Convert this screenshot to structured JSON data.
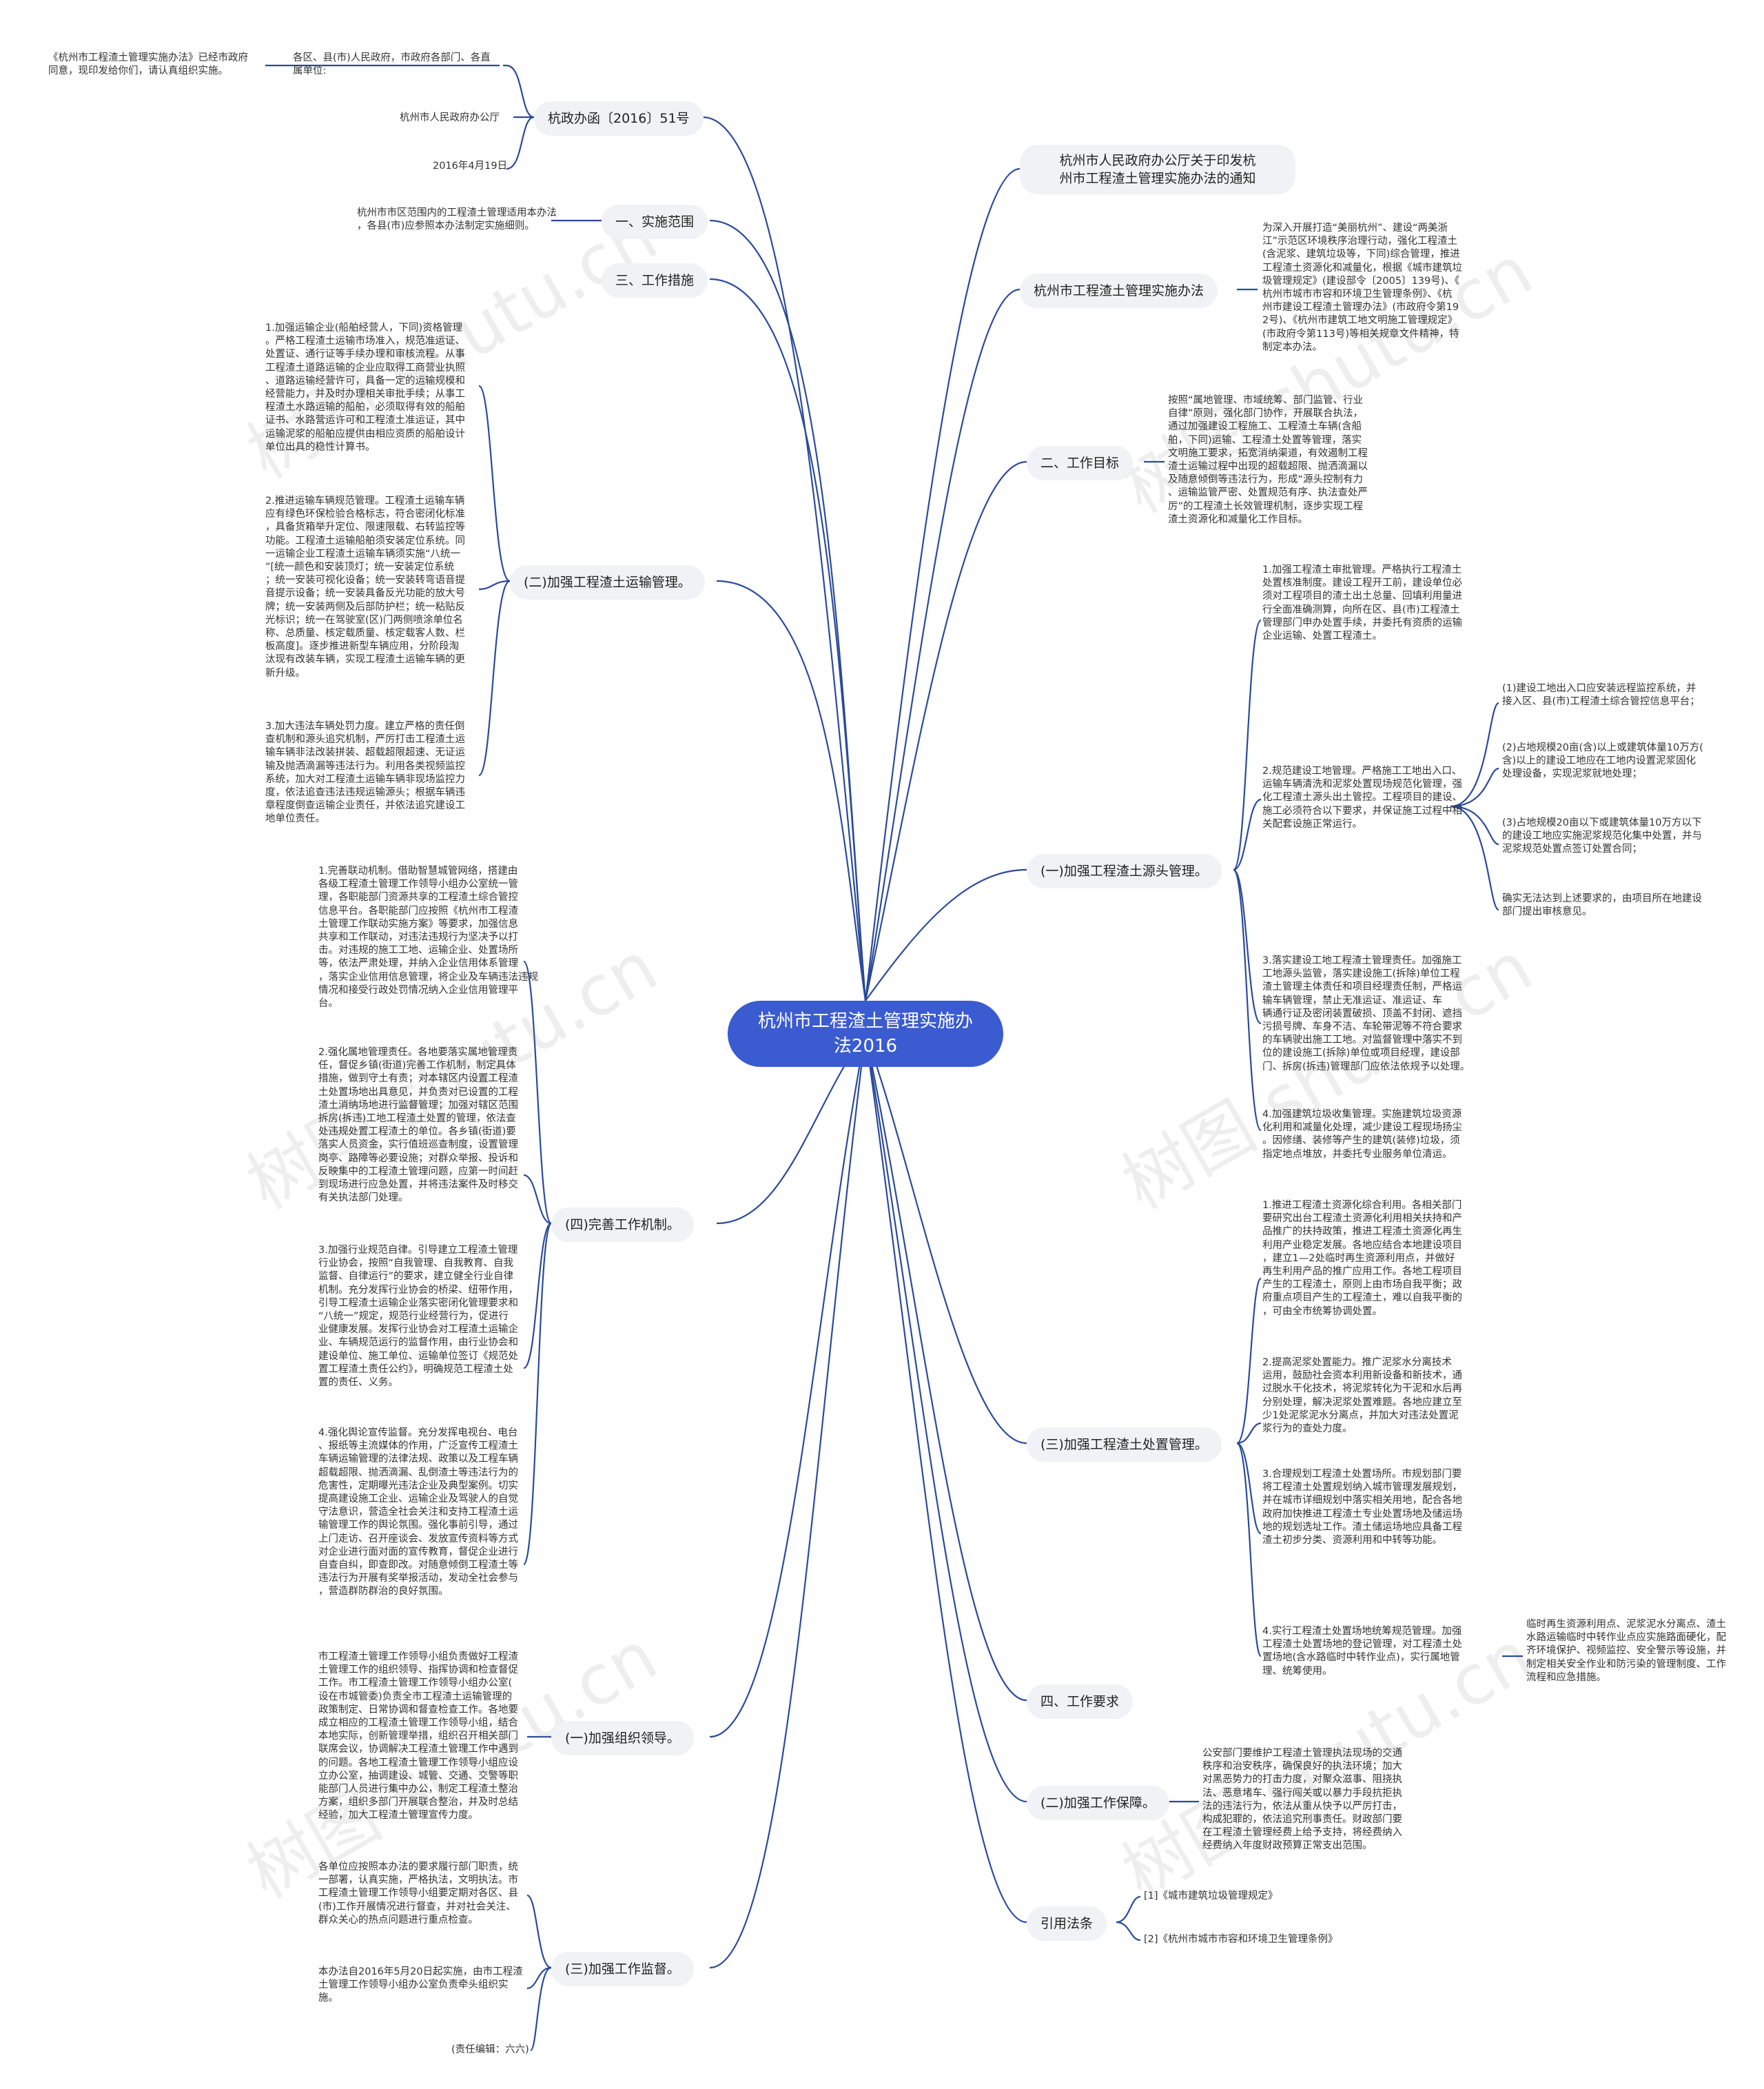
{
  "root": "杭州市工程渣土管理实施办法2016",
  "watermark": "树图 shutu.cn",
  "branches": {
    "doc_no": "杭政办函〔2016〕51号",
    "notice_title": [
      "杭州市人民政府办公厅关于印发杭",
      "州市工程渣土管理实施办法的通知"
    ],
    "method": "杭州市工程渣土管理实施办法",
    "scope": "一、实施范围",
    "measures": "三、工作措施",
    "goal": "二、工作目标",
    "transport": "(二)加强工程渣土运输管理。",
    "source": "(一)加强工程渣土源头管理。",
    "mechanism": "(四)完善工作机制。",
    "disposal": "(三)加强工程渣土处置管理。",
    "requirements": "四、工作要求",
    "organization": "(一)加强组织领导。",
    "guarantee": "(二)加强工作保障。",
    "supervision": "(三)加强工作监督。",
    "citations": "引用法条"
  },
  "texts": {
    "doc_intro": [
      "《杭州市工程渣土管理实施办法》已经市政府",
      "同意，现印发给你们，请认真组织实施。"
    ],
    "doc_addressee": [
      "各区、县(市)人民政府，市政府各部门、各直",
      "属单位:"
    ],
    "doc_issuer": [
      "杭州市人民政府办公厅"
    ],
    "doc_date": [
      "2016年4月19日"
    ],
    "scope_text": [
      "杭州市市区范围内的工程渣土管理适用本办法",
      "，各县(市)应参照本办法制定实施细则。"
    ],
    "method_text": [
      "为深入开展打造“美丽杭州”、建设“两美浙",
      "江”示范区环境秩序治理行动，强化工程渣土",
      "(含泥浆、建筑垃圾等，下同)综合管理，推进",
      "工程渣土资源化和减量化，根据《城市建筑垃",
      "圾管理规定》(建设部令〔2005〕139号)、《",
      "杭州市城市市容和环境卫生管理条例》、《杭",
      "州市建设工程渣土管理办法》(市政府令第19",
      "2号)、《杭州市建筑工地文明施工管理规定》",
      "(市政府令第113号)等相关规章文件精神，特",
      "制定本办法。"
    ],
    "goal_text": [
      "按照“属地管理、市域统筹、部门监管、行业",
      "自律”原则，强化部门协作，开展联合执法，",
      "通过加强建设工程施工、工程渣土车辆(含船",
      "舶，下同)运输、工程渣土处置等管理，落实",
      "文明施工要求，拓宽消纳渠道，有效遏制工程",
      "渣土运输过程中出现的超载超限、抛洒滴漏以",
      "及随意倾倒等违法行为，形成“源头控制有力",
      "、运输监管严密、处置规范有序、执法查处严",
      "厉”的工程渣土长效管理机制，逐步实现工程",
      "渣土资源化和减量化工作目标。"
    ],
    "t1": [
      "1.加强运输企业(船舶经营人，下同)资格管理",
      "。严格工程渣土运输市场准入，规范准运证、",
      "处置证、通行证等手续办理和审核流程。从事",
      "工程渣土道路运输的企业应取得工商营业执照",
      "、道路运输经营许可，具备一定的运输规模和",
      "经营能力，并及时办理相关审批手续；从事工",
      "程渣土水路运输的船舶，必须取得有效的船舶",
      "证书、水路营运许可和工程渣土准运证，其中",
      "运输泥浆的船舶应提供由相应资质的船舶设计",
      "单位出具的稳性计算书。"
    ],
    "t2": [
      "2.推进运输车辆规范管理。工程渣土运输车辆",
      "应有绿色环保检验合格标志，符合密闭化标准",
      "，具备货箱举升定位、限速限载、右转监控等",
      "功能。工程渣土运输船舶须安装定位系统。同",
      "一运输企业工程渣土运输车辆须实施“八统一",
      "”[统一颜色和安装顶灯；统一安装定位系统",
      "；统一安装可视化设备；统一安装转弯语音提",
      "音提示设备；统一安装具备反光功能的放大号",
      "牌；统一安装两侧及后部防护栏；统一粘贴反",
      "光标识；统一在驾驶室(区)门两侧喷涂单位名",
      "称、总质量、核定载质量、核定载客人数、栏",
      "板高度]。逐步推进新型车辆应用，分阶段淘",
      "汰现有改装车辆，实现工程渣土运输车辆的更",
      "新升级。"
    ],
    "t3": [
      "3.加大违法车辆处罚力度。建立严格的责任倒",
      "查机制和源头追究机制，严厉打击工程渣土运",
      "输车辆非法改装拼装、超载超限超速、无证运",
      "输及抛洒滴漏等违法行为。利用各类视频监控",
      "系统，加大对工程渣土运输车辆非现场监控力",
      "度，依法追查违法违规运输源头；根据车辆违",
      "章程度倒查运输企业责任，并依法追究建设工",
      "地单位责任。"
    ],
    "m1": [
      "1.完善联动机制。借助智慧城管网络，搭建由",
      "各级工程渣土管理工作领导小组办公室统一管",
      "理，各职能部门资源共享的工程渣土综合管控",
      "信息平台。各职能部门应按照《杭州市工程渣",
      "土管理工作联动实施方案》等要求，加强信息",
      "共享和工作联动，对违法违规行为坚决予以打",
      "击。对违规的施工工地、运输企业、处置场所",
      "等，依法严肃处理，并纳入企业信用体系管理",
      "，落实企业信用信息管理，将企业及车辆违法违规",
      "情况和接受行政处罚情况纳入企业信用管理平",
      "台。"
    ],
    "m2": [
      "2.强化属地管理责任。各地要落实属地管理责",
      "任，督促乡镇(街道)完善工作机制，制定具体",
      "措施，做到守土有责；对本辖区内设置工程渣",
      "土处置场地出具意见，并负责对已设置的工程",
      "渣土消纳场地进行监督管理；加强对辖区范围",
      "拆房(拆违)工地工程渣土处置的管理，依法查",
      "处违规处置工程渣土的单位。各乡镇(街道)要",
      "落实人员资金，实行值班巡查制度，设置管理",
      "岗亭、路障等必要设施；对群众举报、投诉和",
      "反映集中的工程渣土管理问题，应第一时间赶",
      "到现场进行应急处置，并将违法案件及时移交",
      "有关执法部门处理。"
    ],
    "m3": [
      "3.加强行业规范自律。引导建立工程渣土管理",
      "行业协会，按照“自我管理、自我教育、自我",
      "监督、自律运行”的要求，建立健全行业自律",
      "机制。充分发挥行业协会的桥梁、纽带作用，",
      "引导工程渣土运输企业落实密闭化管理要求和",
      "“八统一”规定，规范行业经营行为，促进行",
      "业健康发展。发挥行业协会对工程渣土运输企",
      "业、车辆规范运行的监督作用，由行业协会和",
      "建设单位、施工单位、运输单位签订《规范处",
      "置工程渣土责任公约》，明确规范工程渣土处",
      "置的责任、义务。"
    ],
    "m4": [
      "4.强化舆论宣传监督。充分发挥电视台、电台",
      "、报纸等主流媒体的作用，广泛宣传工程渣土",
      "车辆运输管理的法律法规、政策以及工程车辆",
      "超载超限、抛洒滴漏、乱倒渣土等违法行为的",
      "危害性，定期曝光违法企业及典型案例。切实",
      "提高建设施工企业、运输企业及驾驶人的自觉",
      "守法意识，营造全社会关注和支持工程渣土运",
      "输管理工作的舆论氛围。强化事前引导，通过",
      "上门走访、召开座谈会、发放宣传资料等方式",
      "对企业进行面对面的宣传教育，督促企业进行",
      "自查自纠，即查即改。对随意倾倒工程渣土等",
      "违法行为开展有奖举报活动，发动全社会参与",
      "，营造群防群治的良好氛围。"
    ],
    "s1": [
      "1.加强工程渣土审批管理。严格执行工程渣土",
      "处置核准制度。建设工程开工前，建设单位必",
      "须对工程项目的渣土出土总量、回填利用量进",
      "行全面准确测算，向所在区、县(市)工程渣土",
      "管理部门申办处置手续，并委托有资质的运输",
      "企业运输、处置工程渣土。"
    ],
    "s2": [
      "2.规范建设工地管理。严格施工工地出入口、",
      "运输车辆清洗和泥浆处置现场规范化管理，强",
      "化工程渣土源头出土管控。工程项目的建设、",
      "施工必须符合以下要求，并保证施工过程中相",
      "关配套设施正常运行。"
    ],
    "s2a": [
      "(1)建设工地出入口应安装远程监控系统，并",
      "接入区、县(市)工程渣土综合管控信息平台；"
    ],
    "s2b": [
      "(2)占地规模20亩(含)以上或建筑体量10万方(",
      "含)以上的建设工地应在工地内设置泥浆固化",
      "处理设备，实现泥浆就地处理；"
    ],
    "s2c": [
      "(3)占地规模20亩以下或建筑体量10万方以下",
      "的建设工地应实施泥浆规范化集中处置，并与",
      "泥浆规范处置点签订处置合同；"
    ],
    "s2d": [
      "确实无法达到上述要求的，由项目所在地建设",
      "部门提出审核意见。"
    ],
    "s3": [
      "3.落实建设工地工程渣土管理责任。加强施工",
      "工地源头监管，落实建设施工(拆除)单位工程",
      "渣土管理主体责任和项目经理责任制，严格运",
      "输车辆管理，禁止无准运证、准运证、车",
      "辆通行证及密闭装置破损、顶盖不封闭、遮挡",
      "污损号牌、车身不洁、车轮带泥等不符合要求",
      "的车辆驶出施工工地。对监督管理中落实不到",
      "位的建设施工(拆除)单位或项目经理，建设部",
      "门、拆房(拆违)管理部门应依法依规予以处理。"
    ],
    "s4": [
      "4.加强建筑垃圾收集管理。实施建筑垃圾资源",
      "化利用和减量化处理，减少建设工程现场扬尘",
      "。因修缮、装修等产生的建筑(装修)垃圾，须",
      "指定地点堆放，并委托专业服务单位清运。"
    ],
    "d1": [
      "1.推进工程渣土资源化综合利用。各相关部门",
      "要研究出台工程渣土资源化利用相关扶持和产",
      "品推广的扶持政策，推进工程渣土资源化再生",
      "利用产业稳定发展。各地应结合本地建设项目",
      "，建立1—2处临时再生资源利用点，并做好",
      "再生利用产品的推广应用工作。各地工程项目",
      "产生的工程渣土，原则上由市场自我平衡；政",
      "府重点项目产生的工程渣土，难以自我平衡的",
      "，可由全市统筹协调处置。"
    ],
    "d2": [
      "2.提高泥浆处置能力。推广泥浆水分离技术",
      "运用，鼓励社会资本利用新设备和新技术，通",
      "过脱水干化技术，将泥浆转化为干泥和水后再",
      "分别处理，解决泥浆处置难题。各地应建立至",
      "少1处泥浆泥水分离点，并加大对违法处置泥",
      "浆行为的查处力度。"
    ],
    "d3": [
      "3.合理规划工程渣土处置场所。市规划部门要",
      "将工程渣土处置规划纳入城市管理发展规划，",
      "并在城市详细规划中落实相关用地，配合各地",
      "政府加快推进工程渣土专业处置场地及储运场",
      "地的规划选址工作。渣土储运场地应具备工程",
      "渣土初步分类、资源利用和中转等功能。"
    ],
    "d4": [
      "4.实行工程渣土处置场地统筹规范管理。加强",
      "工程渣土处置场地的登记管理，对工程渣土处",
      "置场地(含水路临时中转作业点)，实行属地管",
      "理、统筹使用。"
    ],
    "d4a": [
      "临时再生资源利用点、泥浆泥水分离点、渣土",
      "水路运输临时中转作业点应实施路面硬化，配",
      "齐环境保护、视频监控、安全警示等设施，并",
      "制定相关安全作业和防污染的管理制度、工作",
      "流程和应急措施。"
    ],
    "org": [
      "市工程渣土管理工作领导小组负责做好工程渣",
      "土管理工作的组织领导、指挥协调和检查督促",
      "工作。市工程渣土管理工作领导小组办公室(",
      "设在市城管委)负责全市工程渣土运输管理的",
      "政策制定、日常协调和督查检查工作。各地要",
      "成立相应的工程渣土管理工作领导小组，结合",
      "本地实际，创新管理举措，组织召开相关部门",
      "联席会议，协调解决工程渣土管理工作中遇到",
      "的问题。各地工程渣土管理工作领导小组应设",
      "立办公室，抽调建设、城管、交通、交警等职",
      "能部门人员进行集中办公，制定工程渣土整治",
      "方案，组织多部门开展联合整治，并及时总结",
      "经验，加大工程渣土管理宣传力度。"
    ],
    "guar": [
      "公安部门要维护工程渣土管理执法现场的交通",
      "秩序和治安秩序，确保良好的执法环境；加大",
      "对黑恶势力的打击力度，对聚众滋事、阻挠执",
      "法、恶意堵车、强行闯关或以暴力手段抗拒执",
      "法的违法行为，依法从重从快予以严厉打击，",
      "构成犯罪的，依法追究刑事责任。财政部门要",
      "在工程渣土管理经费上给予支持，将经费纳入",
      "经费纳入年度财政预算正常支出范围。"
    ],
    "sup1": [
      "各单位应按照本办法的要求履行部门职责，统",
      "一部署，认真实施，严格执法，文明执法。市",
      "工程渣土管理工作领导小组要定期对各区、县",
      "(市)工作开展情况进行督查，并对社会关注、",
      "群众关心的热点问题进行重点检查。"
    ],
    "sup2": [
      "本办法自2016年5月20日起实施，由市工程渣",
      "土管理工作领导小组办公室负责牵头组织实",
      "施。"
    ],
    "editor": [
      "(责任编辑：六六)"
    ],
    "cite1": [
      "[1]《城市建筑垃圾管理规定》"
    ],
    "cite2": [
      "[2]《杭州市城市市容和环境卫生管理条例》"
    ]
  }
}
